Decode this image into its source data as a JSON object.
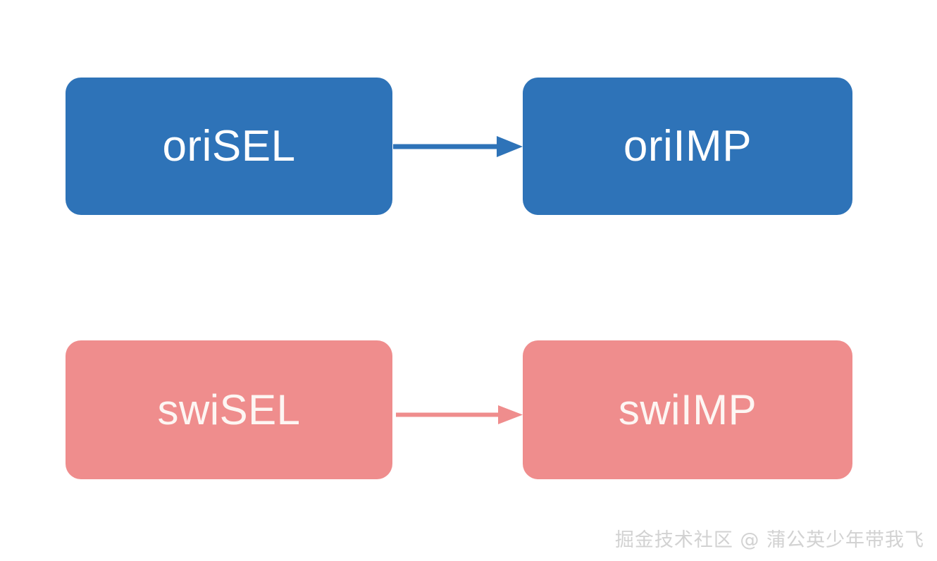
{
  "diagram": {
    "background_color": "#ffffff",
    "nodes": [
      {
        "id": "orisel",
        "label": "oriSEL",
        "color": "#2e73b8",
        "text_color": "#ffffff",
        "row": "original"
      },
      {
        "id": "oriimp",
        "label": "oriIMP",
        "color": "#2e73b8",
        "text_color": "#ffffff",
        "row": "original"
      },
      {
        "id": "swisel",
        "label": "swiSEL",
        "color": "#ef8d8d",
        "text_color": "#fdf6f3",
        "row": "swizzled"
      },
      {
        "id": "swiimp",
        "label": "swiIMP",
        "color": "#ef8d8d",
        "text_color": "#fdf6f3",
        "row": "swizzled"
      }
    ],
    "edges": [
      {
        "id": "edge-ori",
        "from": "orisel",
        "to": "oriimp",
        "color": "#2e73b8",
        "direction": "right",
        "label": ""
      },
      {
        "id": "edge-swi",
        "from": "swisel",
        "to": "swiimp",
        "color": "#ef8d8d",
        "direction": "right",
        "label": ""
      }
    ]
  },
  "watermark": {
    "text": "掘金技术社区 @ 蒲公英少年带我飞",
    "color": "#d2d2d2"
  }
}
